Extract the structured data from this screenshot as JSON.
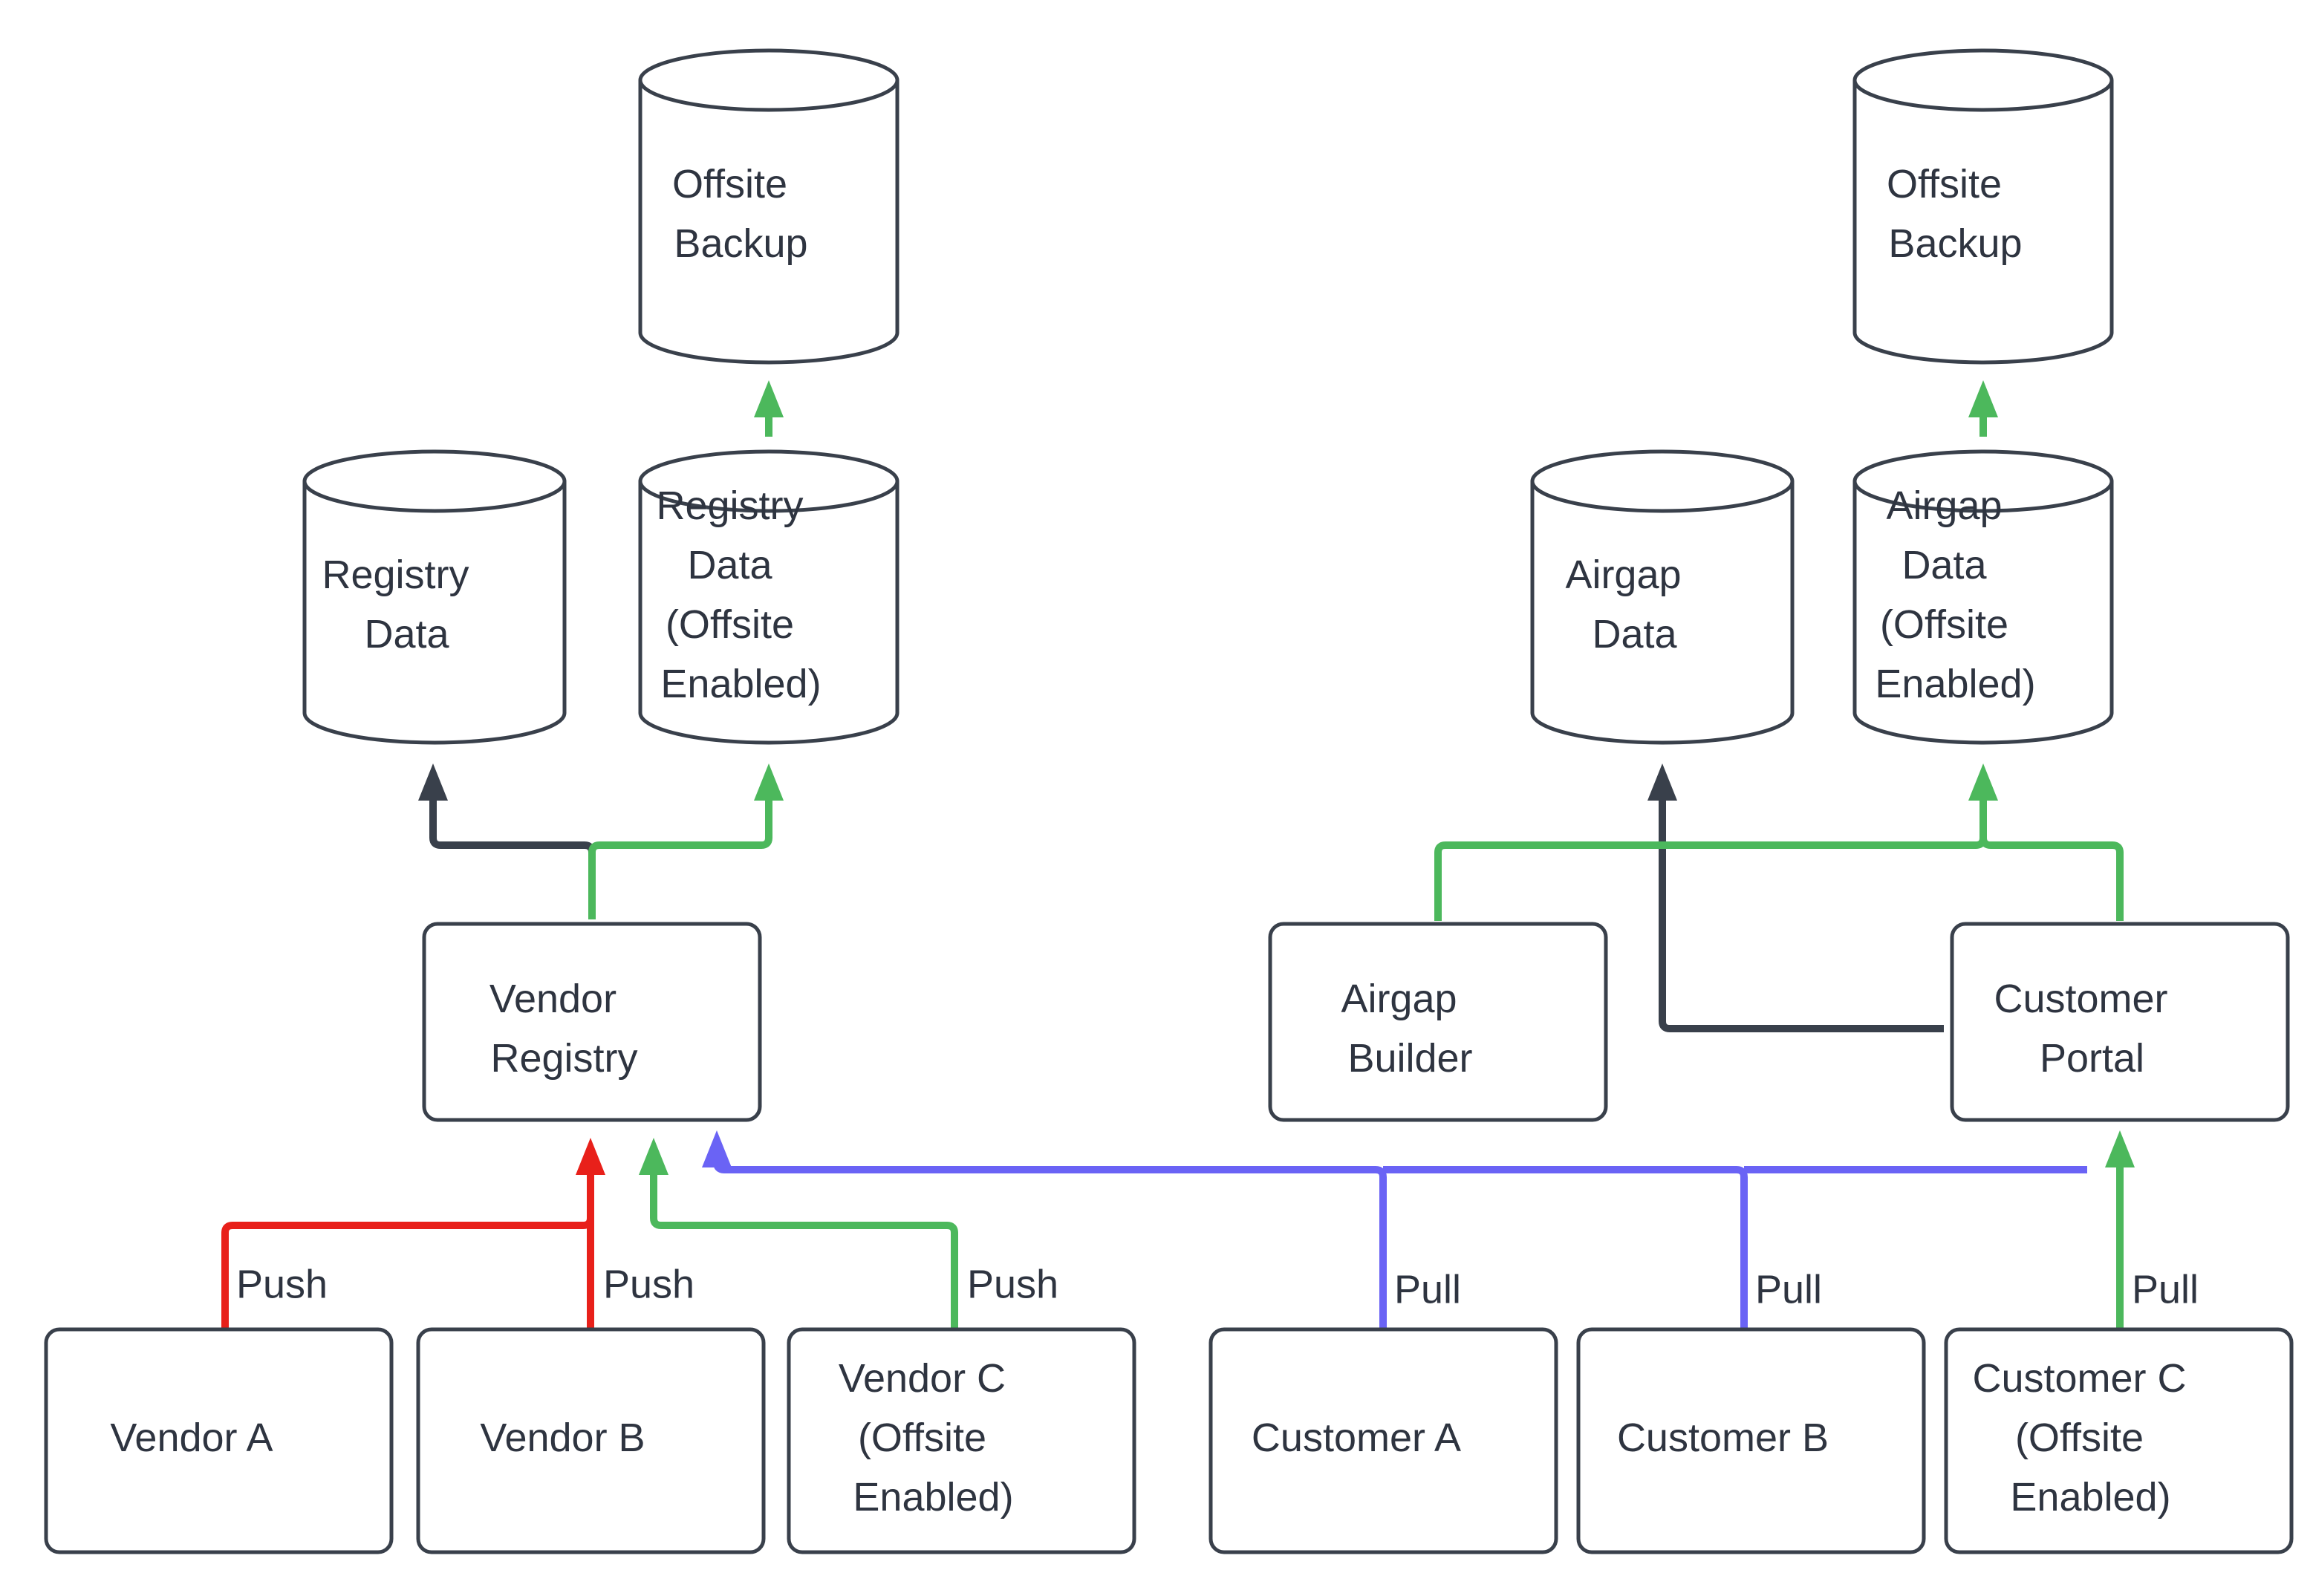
{
  "diagram": {
    "title": "Vendor Registry and Customer Portal Data Flow",
    "background_color": "#ffffff",
    "colors": {
      "node_stroke": "#39404b",
      "node_fill": "#ffffff",
      "text": "#2e3440",
      "link_dark": "#39404b",
      "link_green": "#4cb85c",
      "link_red": "#e8201a",
      "link_purple": "#6a63f5"
    },
    "nodes": {
      "offsite_backup_left": {
        "shape": "cylinder",
        "lines": [
          "Offsite",
          "Backup"
        ]
      },
      "registry_data": {
        "shape": "cylinder",
        "lines": [
          "Registry",
          "Data"
        ]
      },
      "registry_data_offsite": {
        "shape": "cylinder",
        "lines": [
          "Registry",
          "Data",
          "(Offsite",
          "Enabled)"
        ]
      },
      "vendor_registry": {
        "shape": "rect",
        "lines": [
          "Vendor",
          "Registry"
        ]
      },
      "vendor_a": {
        "shape": "rect",
        "lines": [
          "Vendor A"
        ]
      },
      "vendor_b": {
        "shape": "rect",
        "lines": [
          "Vendor B"
        ]
      },
      "vendor_c": {
        "shape": "rect",
        "lines": [
          "Vendor C",
          "(Offsite",
          "Enabled)"
        ]
      },
      "offsite_backup_right": {
        "shape": "cylinder",
        "lines": [
          "Offsite",
          "Backup"
        ]
      },
      "airgap_data": {
        "shape": "cylinder",
        "lines": [
          "Airgap",
          "Data"
        ]
      },
      "airgap_data_offsite": {
        "shape": "cylinder",
        "lines": [
          "Airgap",
          "Data",
          "(Offsite",
          "Enabled)"
        ]
      },
      "airgap_builder": {
        "shape": "rect",
        "lines": [
          "Airgap",
          "Builder"
        ]
      },
      "customer_portal": {
        "shape": "rect",
        "lines": [
          "Customer",
          "Portal"
        ]
      },
      "customer_a": {
        "shape": "rect",
        "lines": [
          "Customer A"
        ]
      },
      "customer_b": {
        "shape": "rect",
        "lines": [
          "Customer B"
        ]
      },
      "customer_c": {
        "shape": "rect",
        "lines": [
          "Customer C",
          "(Offsite",
          "Enabled)"
        ]
      }
    },
    "edge_labels": {
      "vendor_a_push": "Push",
      "vendor_b_push": "Push",
      "vendor_c_push": "Push",
      "customer_a_pull": "Pull",
      "customer_b_pull": "Pull",
      "customer_c_pull": "Pull"
    },
    "edges": [
      {
        "from": "registry_data_offsite",
        "to": "offsite_backup_left",
        "color": "green"
      },
      {
        "from": "vendor_registry",
        "to": "registry_data",
        "color": "dark"
      },
      {
        "from": "vendor_registry",
        "to": "registry_data_offsite",
        "color": "green"
      },
      {
        "from": "vendor_a",
        "to": "vendor_registry",
        "color": "red",
        "label": "Push"
      },
      {
        "from": "vendor_b",
        "to": "vendor_registry",
        "color": "red",
        "label": "Push"
      },
      {
        "from": "vendor_c",
        "to": "vendor_registry",
        "color": "green",
        "label": "Push"
      },
      {
        "from": "airgap_data_offsite",
        "to": "offsite_backup_right",
        "color": "green"
      },
      {
        "from": "airgap_builder",
        "to": "airgap_data_offsite",
        "color": "green"
      },
      {
        "from": "customer_portal",
        "to": "airgap_data_offsite",
        "color": "green"
      },
      {
        "from": "customer_portal",
        "to": "airgap_data",
        "color": "dark"
      },
      {
        "from": "customer_a",
        "to": "vendor_registry",
        "color": "purple",
        "label": "Pull"
      },
      {
        "from": "customer_b",
        "to": "vendor_registry",
        "color": "purple",
        "label": "Pull"
      },
      {
        "from": "customer_c",
        "to": "customer_portal",
        "color": "green",
        "label": "Pull"
      }
    ]
  }
}
